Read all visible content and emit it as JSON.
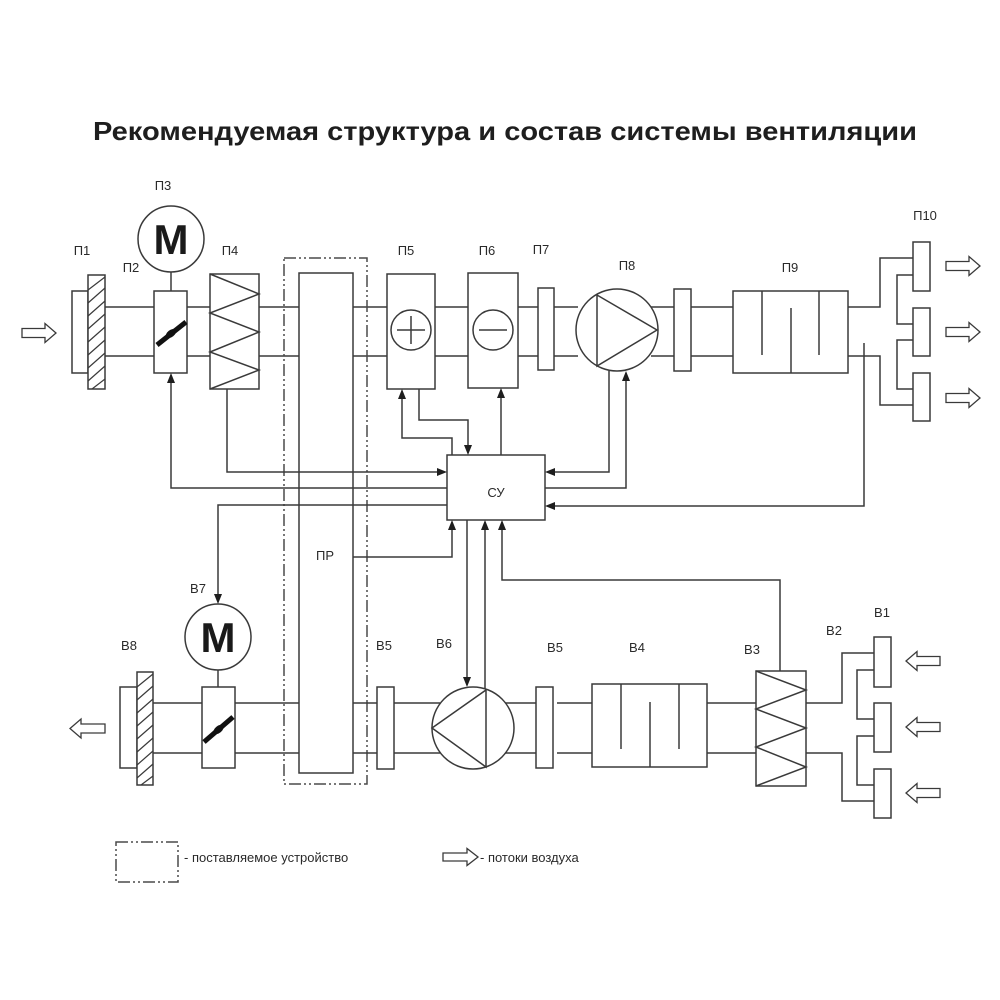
{
  "title": "Рекомендуемая структура и состав системы вентиляции",
  "motor_symbol": "M",
  "supply": {
    "labels": {
      "p1": "П1",
      "p2": "П2",
      "p3": "П3",
      "p4": "П4",
      "p5": "П5",
      "p6": "П6",
      "p7": "П7",
      "p8": "П8",
      "p9": "П9",
      "p10": "П10"
    }
  },
  "exhaust": {
    "labels": {
      "v1": "В1",
      "v2": "В2",
      "v3": "В3",
      "v4": "В4",
      "v5_left": "В5",
      "v5_right": "В5",
      "v6": "В6",
      "v7": "В7",
      "v8": "В8"
    }
  },
  "recuperator_label": "ПР",
  "controller_label": "СУ",
  "legend": {
    "supplied_device": "- поставляемое устройство",
    "air_flow": "- потоки воздуха"
  }
}
